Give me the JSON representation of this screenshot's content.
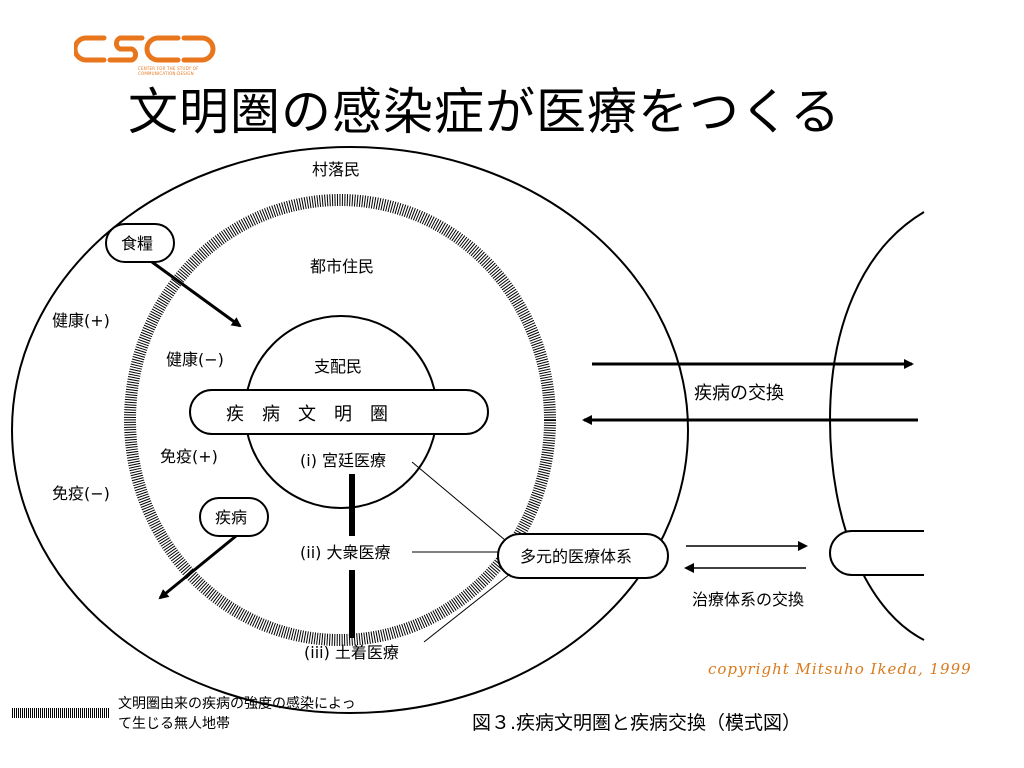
{
  "logo": {
    "text": "CSCD",
    "tagline": "CENTER FOR THE STUDY OF COMMUNICATION-DESIGN",
    "color": "#e8761d"
  },
  "title": "文明圏の感染症が医療をつくる",
  "diagram": {
    "village_people": "村落民",
    "city_people": "都市住民",
    "ruling_people": "支配民",
    "disease_civilization": "疾　病　文　明　圏",
    "food": "食糧",
    "disease": "疾病",
    "health_plus": "健康(+)",
    "health_minus": "健康(−)",
    "immunity_plus": "免疫(+)",
    "immunity_minus": "免疫(−)",
    "court_medicine": "(i) 宮廷医療",
    "popular_medicine": "(ii) 大衆医療",
    "folk_medicine": "(iii) 土着医療",
    "pluralistic_system": "多元的医療体系",
    "disease_exchange": "疾病の交換",
    "treatment_exchange": "治療体系の交換"
  },
  "copyright": "copyright Mitsuho Ikeda, 1999",
  "legend": "文明圏由来の疾病の強度の感染によって生じる無人地帯",
  "caption": "図３.疾病文明圏と疾病交換（模式図）"
}
